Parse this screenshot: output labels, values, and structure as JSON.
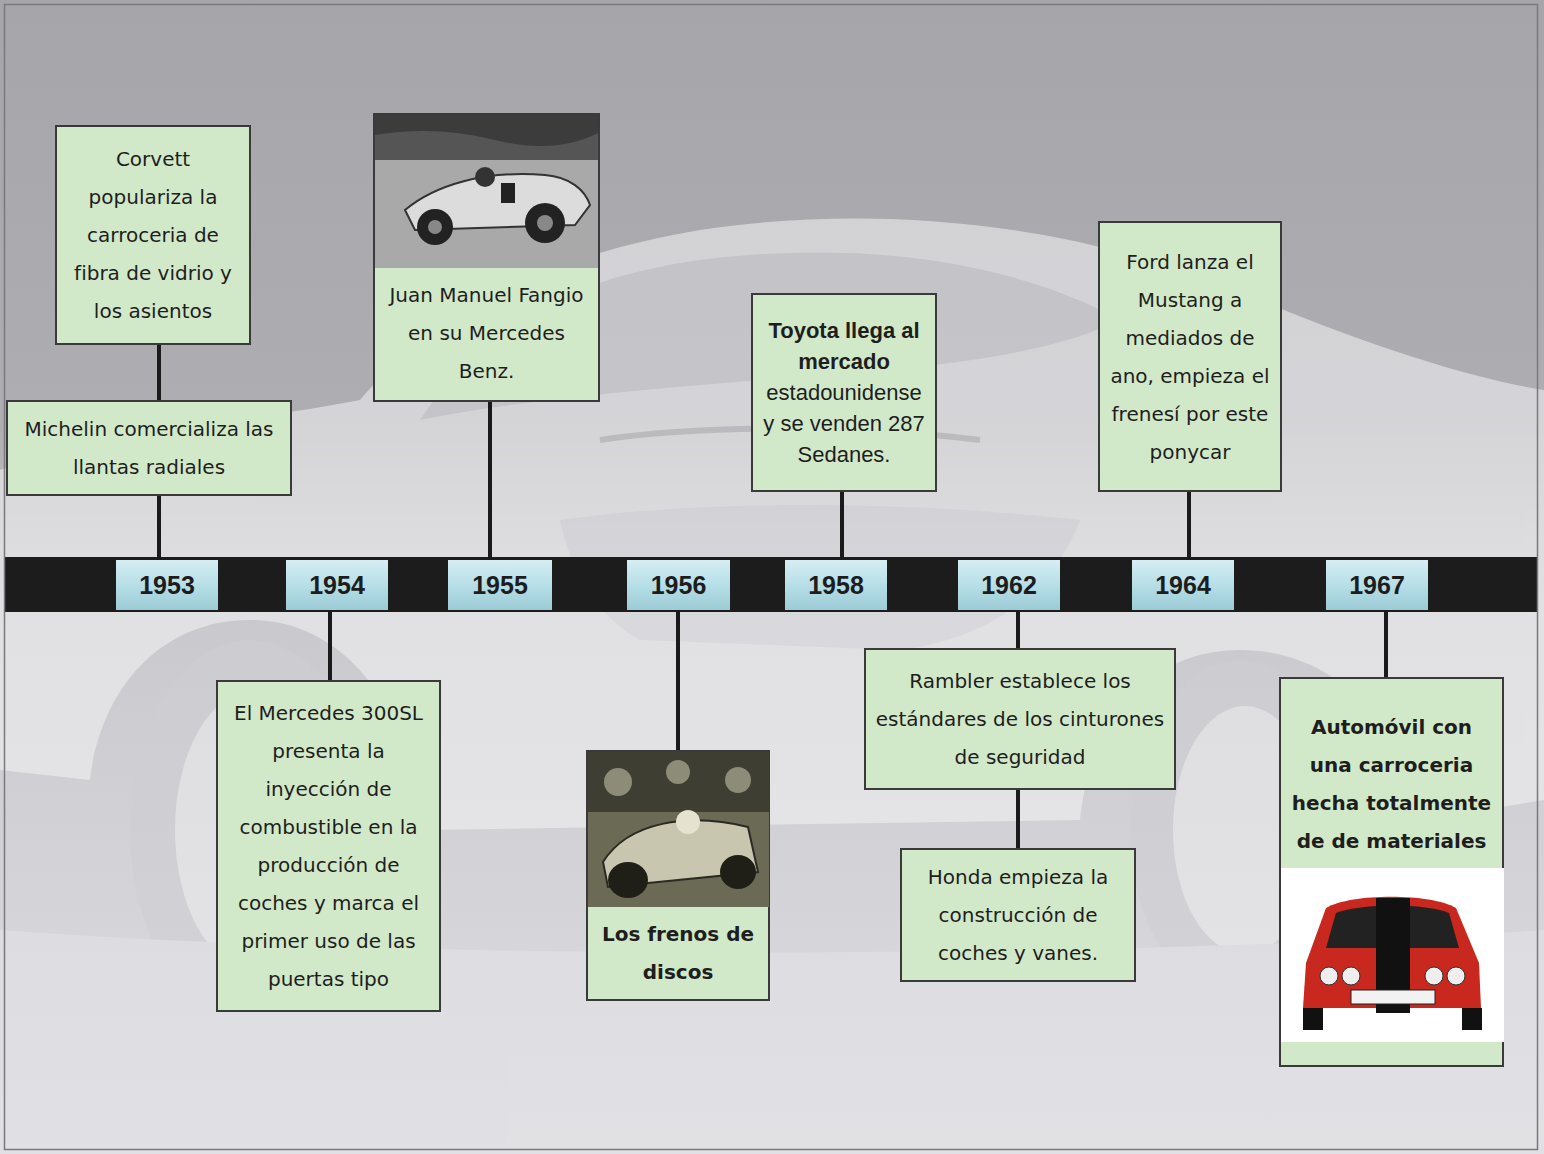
{
  "diagram": {
    "nodes": [
      {
        "text": [
          "Corvett populariza la carroceria de fibra de vidrio y los asientos"
        ]
      },
      {
        "text": [
          "Michelin comercializa las llantas radiales"
        ]
      },
      {
        "text": [
          "Juan Manuel Fangio en su Mercedes Benz."
        ]
      },
      {
        "text": [
          "Toyota llega al mercado",
          "estadounidense y se venden 287 Sedanes."
        ]
      },
      {
        "text": [
          "Ford lanza el Mustang a mediados de ano, empieza el frenesí por este ponycar"
        ]
      },
      {
        "text": [
          "1953"
        ]
      },
      {
        "text": [
          "1954"
        ]
      },
      {
        "text": [
          "1955"
        ]
      },
      {
        "text": [
          "1956"
        ]
      },
      {
        "text": [
          "1958"
        ]
      },
      {
        "text": [
          "1962"
        ]
      },
      {
        "text": [
          "1964"
        ]
      },
      {
        "text": [
          "1967"
        ]
      },
      {
        "text": [
          "El Mercedes 300SL presenta la inyección de combustible en la producción de coches y marca el primer uso de las puertas tipo"
        ]
      },
      {
        "text": [
          "Los frenos de discos"
        ]
      },
      {
        "text": [
          "Rambler establece los estándares de los cinturones de seguridad"
        ]
      },
      {
        "text": [
          "Honda empieza la construcción de coches y vanes."
        ]
      },
      {
        "text": [
          "Automóvil con una carroceria hecha totalmente de de materiales"
        ]
      }
    ],
    "edges": [
      {
        "from": 5,
        "to": 1,
        "arrow": "none"
      },
      {
        "from": 1,
        "to": 0,
        "arrow": "none"
      },
      {
        "from": 6,
        "to": 13,
        "arrow": "none"
      },
      {
        "from": 7,
        "to": 2,
        "arrow": "none"
      },
      {
        "from": 8,
        "to": 14,
        "arrow": "none"
      },
      {
        "from": 9,
        "to": 3,
        "arrow": "none"
      },
      {
        "from": 10,
        "to": 15,
        "arrow": "none"
      },
      {
        "from": 15,
        "to": 16,
        "arrow": "none"
      },
      {
        "from": 11,
        "to": 4,
        "arrow": "none"
      },
      {
        "from": 12,
        "to": 17,
        "arrow": "none"
      }
    ]
  }
}
